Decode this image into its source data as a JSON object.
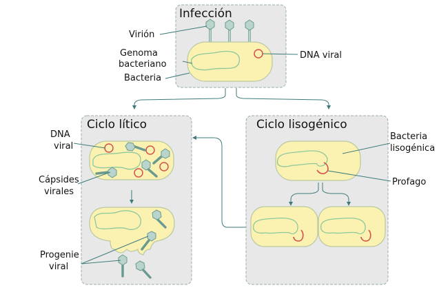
{
  "panels": {
    "infection": {
      "title": "Infección"
    },
    "lytic": {
      "title": "Ciclo lítico"
    },
    "lysogenic": {
      "title": "Ciclo lisogénico"
    }
  },
  "labels": {
    "virion": "Virión",
    "genome_line1": "Genoma",
    "genome_line2": "bacteriano",
    "bacteria": "Bacteria",
    "viral_dna_top": "DNA viral",
    "lytic_dna_line1": "DNA",
    "lytic_dna_line2": "viral",
    "capsids_line1": "Cápsides",
    "capsids_line2": "virales",
    "progeny_line1": "Progenie",
    "progeny_line2": "viral",
    "lysogenic_bacteria_line1": "Bacteria",
    "lysogenic_bacteria_line2": "lisogénica",
    "prophage": "Profago"
  },
  "colors": {
    "panel": "#e8e8e8",
    "cell": "#fbf2b2",
    "genome": "#8cc79a",
    "viral_dna": "#d6504a",
    "leader": "#3d7a7a",
    "capsid": "#b8d4cc"
  }
}
